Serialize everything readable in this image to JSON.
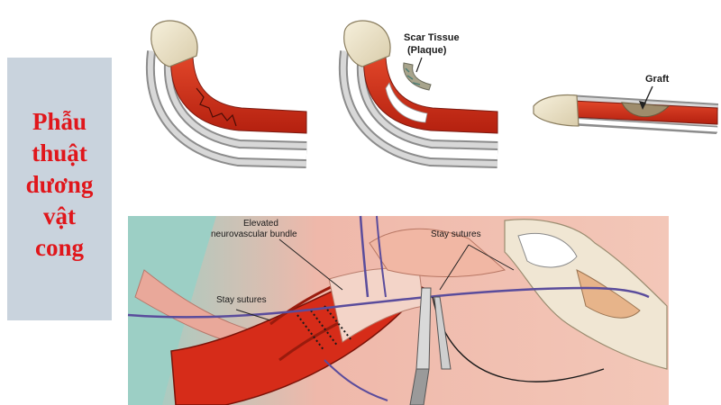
{
  "sidebar": {
    "title_lines": [
      "Phẫu",
      "thuật",
      "dương",
      "vật",
      "cong"
    ]
  },
  "labels": {
    "scar_tissue": "Scar Tissue",
    "plaque": "(Plaque)",
    "graft": "Graft",
    "elevated_line1": "Elevated",
    "elevated_line2": "neurovascular bundle",
    "stay_sutures_right": "Stay sutures",
    "stay_sutures_left": "Stay sutures"
  },
  "colors": {
    "title_red": "#e0161b",
    "sidebar_bg": "#c9d3dd",
    "tissue_red": "#d8331b",
    "glans": "#ece3c8",
    "surgical_bg": "#efb8aa",
    "teal_tissue": "#9ccfc5"
  }
}
